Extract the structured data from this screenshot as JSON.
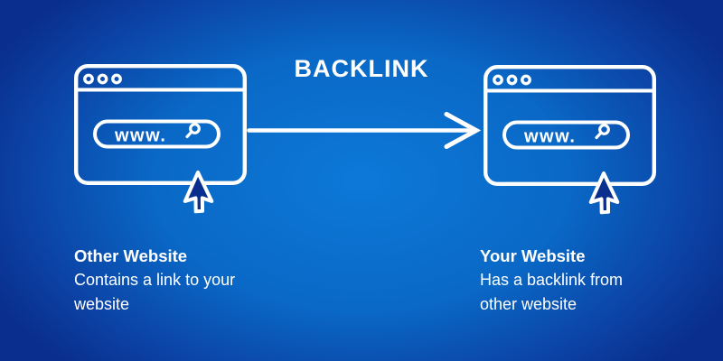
{
  "title": "BACKLINK",
  "colors": {
    "background_center": "#0d79d8",
    "background_edge": "#0a2e8d",
    "foreground": "#ffffff"
  },
  "left_browser": {
    "url_text": "www.",
    "icons": [
      "window-dots-icon",
      "search-icon",
      "cursor-icon"
    ],
    "label": "Other Website",
    "description": "Contains a link to your\nwebsite"
  },
  "right_browser": {
    "url_text": "www.",
    "icons": [
      "window-dots-icon",
      "search-icon",
      "cursor-icon"
    ],
    "label": "Your Website",
    "description": "Has a backlink from\nother website"
  },
  "arrow": {
    "meaning": "link points from other website to your website",
    "direction": "right"
  }
}
